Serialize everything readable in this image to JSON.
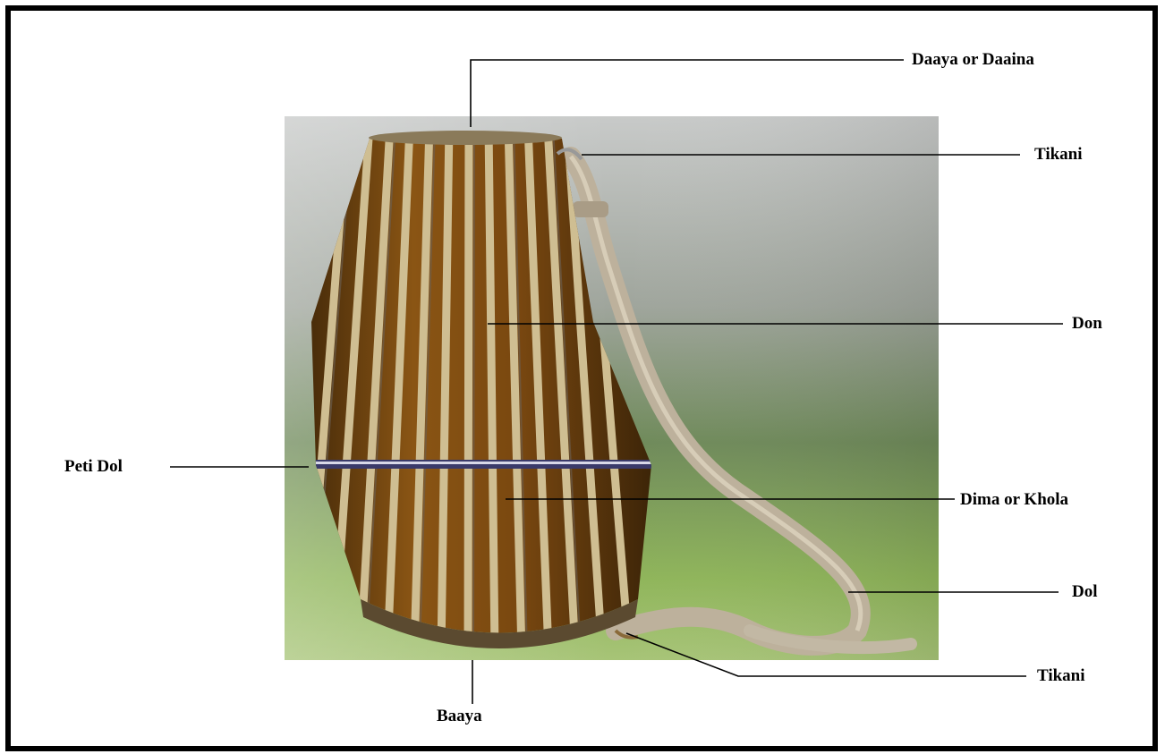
{
  "labels": {
    "daaya": "Daaya or Daaina",
    "tikani_top": "Tikani",
    "don": "Don",
    "peti_dol": "Peti Dol",
    "dima": "Dima or Khola",
    "dol": "Dol",
    "tikani_bottom": "Tikani",
    "baaya": "Baaya"
  },
  "colors": {
    "border": "#000000",
    "leader_line": "#000000",
    "drum_body": "#7a4a10",
    "bamboo_strip": "#cdbb8e",
    "strap": "#bdb19c",
    "background_top": "#c9cacb",
    "background_bottom": "#8fb55a"
  },
  "icons": {
    "photo": "drum-photo"
  }
}
